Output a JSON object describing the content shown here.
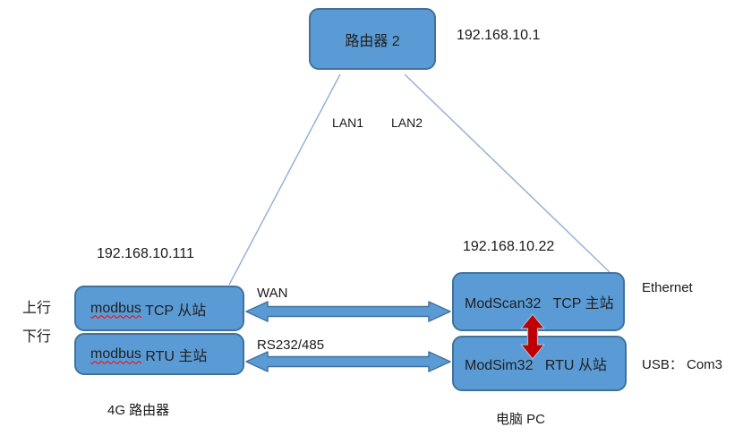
{
  "diagram": {
    "router": {
      "label": "路由器 2",
      "ip": "192.168.10.1"
    },
    "links": {
      "lan1": "LAN1",
      "lan2": "LAN2",
      "wan": "WAN",
      "serial": "RS232/485"
    },
    "left_device": {
      "ip": "192.168.10.111",
      "uplink_label": "上行",
      "downlink_label": "下行",
      "tcp_box": {
        "word": "modbus",
        "rest": " TCP 从站"
      },
      "rtu_box": {
        "word": "modbus",
        "rest": " RTU 主站"
      },
      "caption": "4G 路由器"
    },
    "pc": {
      "ip": "192.168.10.22",
      "tcp_box": "ModScan32   TCP 主站",
      "rtu_box": "ModSim32   RTU 从站",
      "ethernet_label": "Ethernet",
      "usb_label": "USB： Com3",
      "caption": "电脑 PC"
    },
    "colors": {
      "box_fill": "#5B9BD5",
      "box_border": "#41719C",
      "arrow_fill": "#5B9BD5",
      "arrow_border": "#41719C",
      "red_arrow_fill": "#C00000",
      "line": "#95B3D7",
      "misspell": "#FF0000"
    }
  }
}
